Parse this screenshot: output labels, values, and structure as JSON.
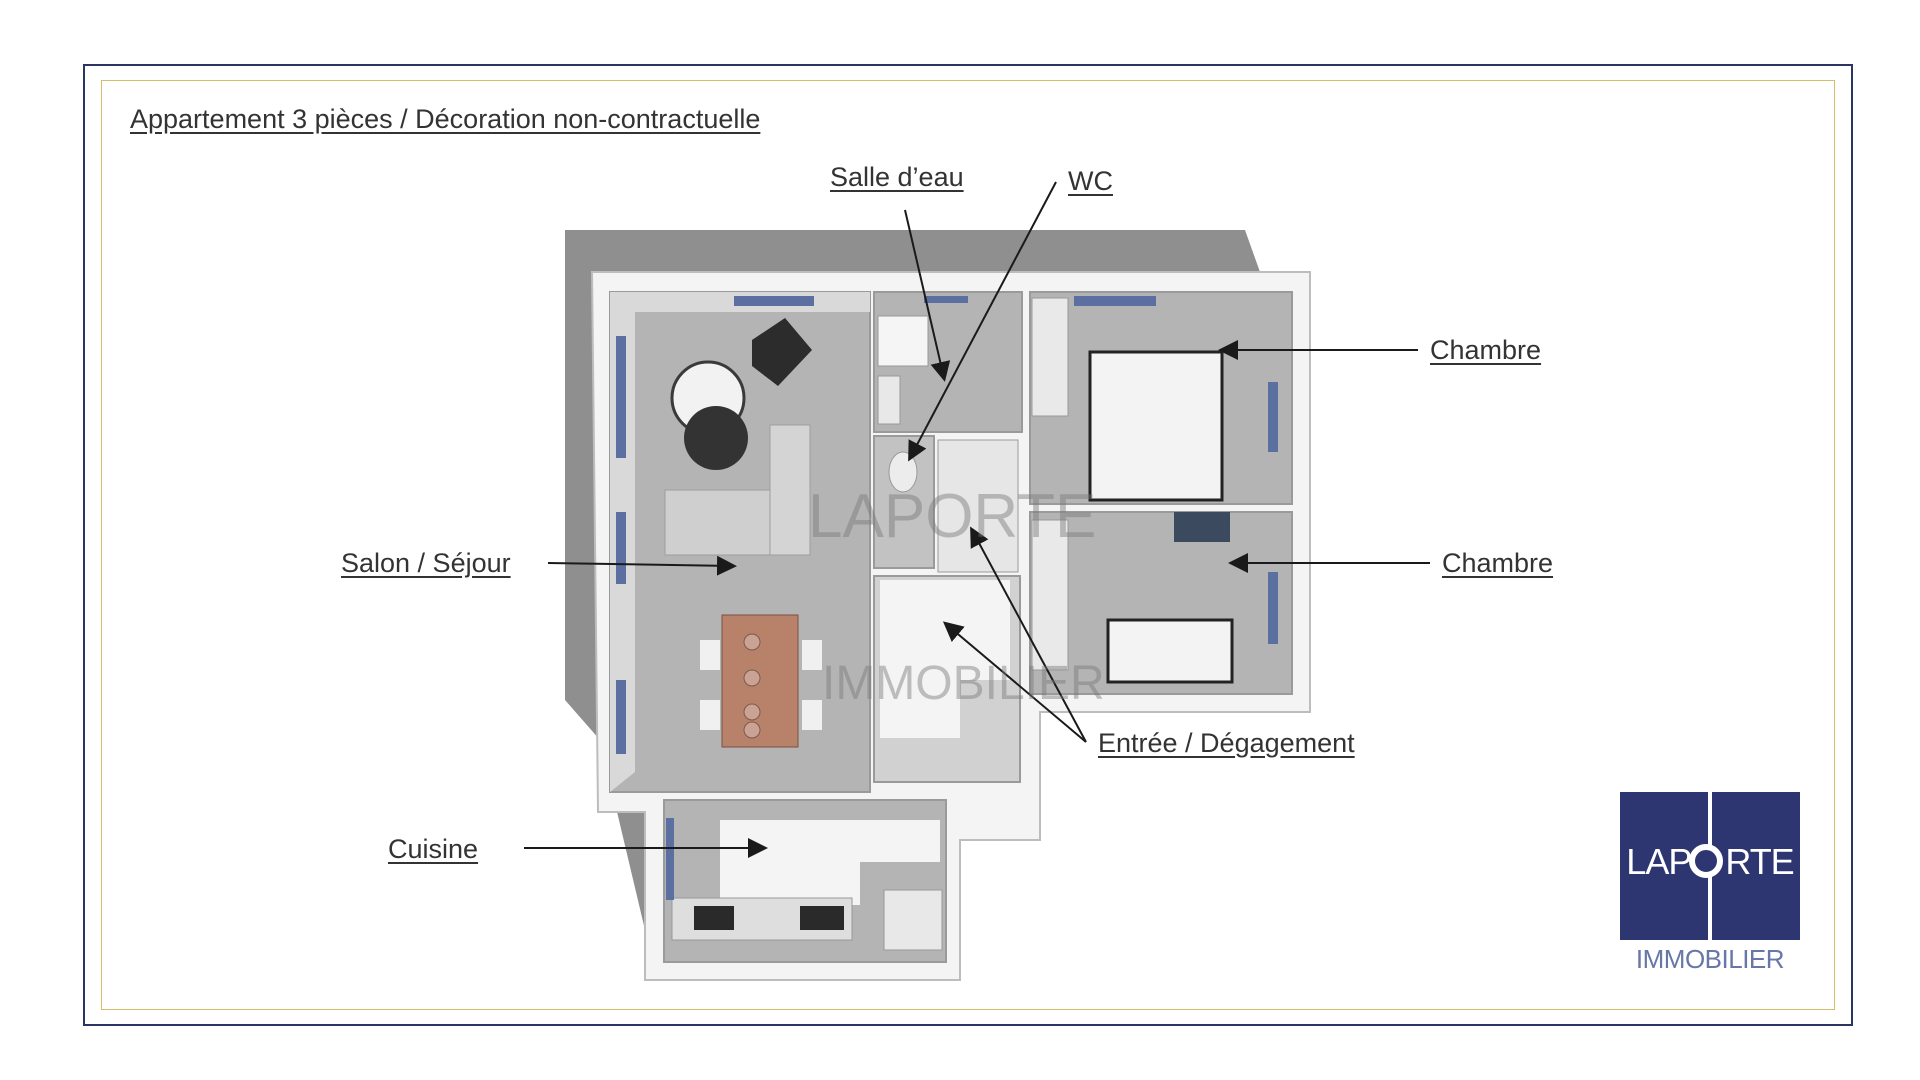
{
  "title": "Appartement 3 pièces / Décoration non-contractuelle",
  "rooms": {
    "salle_eau": "Salle d’eau",
    "wc": "WC",
    "chambre_1": "Chambre",
    "salon": "Salon / Séjour",
    "chambre_2": "Chambre",
    "entree": "Entrée / Dégagement",
    "cuisine": "Cuisine"
  },
  "logo": {
    "left": "LAP",
    "right": "RTE",
    "sub": "IMMOBILIER"
  },
  "watermark": {
    "top": "LAPORTE",
    "bottom": "IMMOBILIER"
  },
  "colors": {
    "frame": "#2b3563",
    "frame_inner": "#d6bf6a",
    "logo_bg": "#2e3672",
    "logo_sub": "#6677a8",
    "wall_shadow": "#8f8f8f",
    "floor": "#b4b4b4"
  }
}
